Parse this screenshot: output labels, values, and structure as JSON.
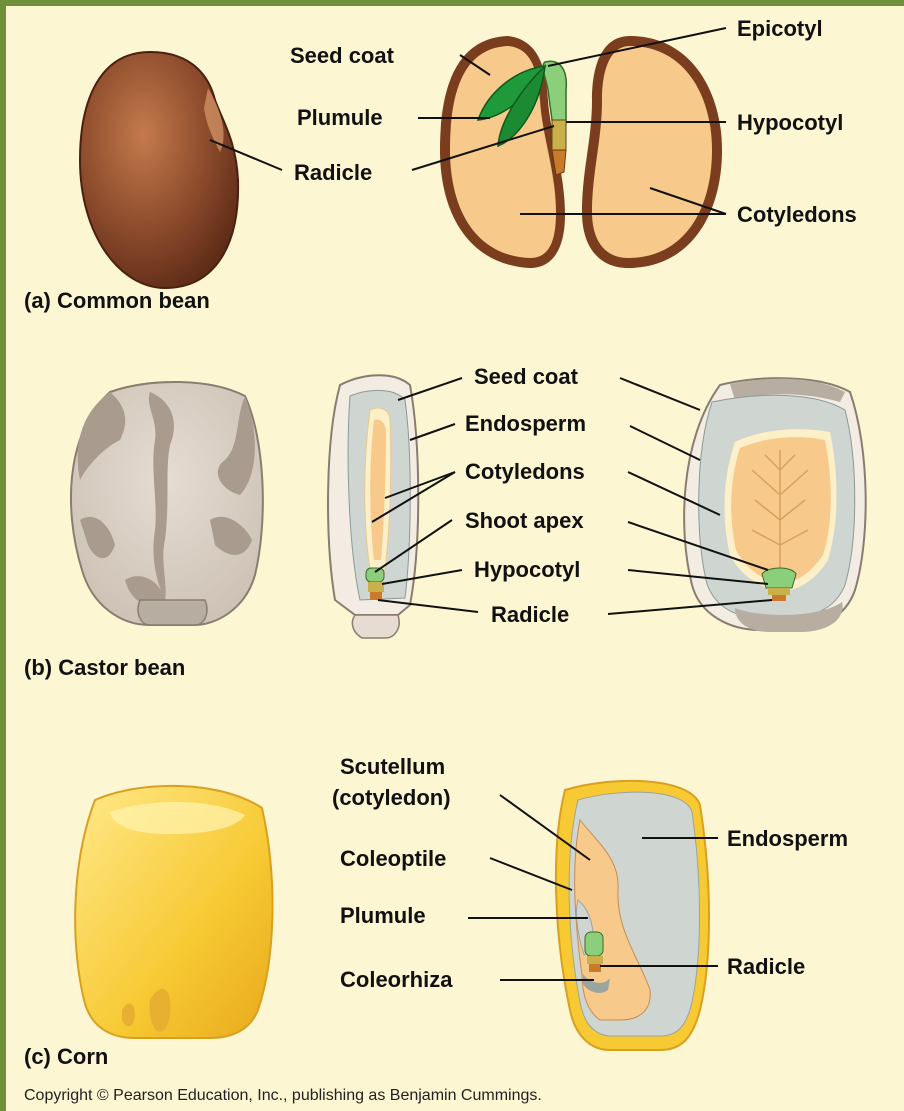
{
  "panels": {
    "a": {
      "caption": "(a) Common bean",
      "labels": {
        "seed_coat": "Seed coat",
        "plumule": "Plumule",
        "radicle": "Radicle",
        "epicotyl": "Epicotyl",
        "hypocotyl": "Hypocotyl",
        "cotyledons": "Cotyledons"
      }
    },
    "b": {
      "caption": "(b) Castor bean",
      "labels": {
        "seed_coat": "Seed coat",
        "endosperm": "Endosperm",
        "cotyledons": "Cotyledons",
        "shoot_apex": "Shoot apex",
        "hypocotyl": "Hypocotyl",
        "radicle": "Radicle"
      }
    },
    "c": {
      "caption": "(c) Corn",
      "labels": {
        "scutellum_line1": "Scutellum",
        "scutellum_line2": "(cotyledon)",
        "coleoptile": "Coleoptile",
        "plumule": "Plumule",
        "coleorhiza": "Coleorhiza",
        "endosperm": "Endosperm",
        "radicle": "Radicle"
      }
    }
  },
  "copyright": "Copyright © Pearson Education, Inc., publishing as Benjamin Cummings.",
  "colors": {
    "background": "#fdf6d3",
    "frame": "#6f8f3a",
    "bean_brown": "#8b4a2b",
    "cotyledon_tan": "#f7c98a",
    "embryo_green": "#8ccf7a",
    "leaf_green": "#1f9a3a",
    "endosperm_gray": "#cfd6d2",
    "corn_yellow": "#f7d046"
  }
}
